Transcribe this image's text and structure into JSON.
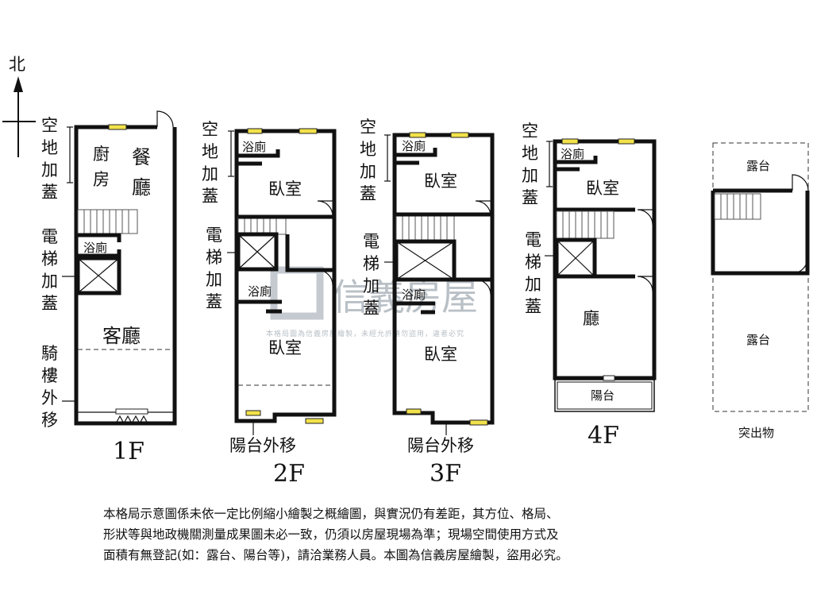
{
  "compass": {
    "label": "北"
  },
  "floors": {
    "f1": {
      "label": "1F",
      "rooms": {
        "kitchen_1": "廚",
        "kitchen_2": "房",
        "dining_1": "餐",
        "dining_2": "廳",
        "bath": "浴廁",
        "living": "客廳"
      },
      "side": {
        "addon": [
          "空",
          "地",
          "加",
          "蓋"
        ],
        "elevator": [
          "電",
          "梯",
          "加",
          "蓋"
        ],
        "arcade": [
          "騎",
          "樓",
          "外",
          "移"
        ]
      }
    },
    "f2": {
      "label": "2F",
      "rooms": {
        "bath_top": "浴廁",
        "bedroom_top": "臥室",
        "bath_mid": "浴廁",
        "bedroom_bottom": "臥室"
      },
      "side": {
        "addon": [
          "空",
          "地",
          "加",
          "蓋"
        ],
        "elevator": [
          "電",
          "梯",
          "加",
          "蓋"
        ]
      },
      "balcony_note": "陽台外移"
    },
    "f3": {
      "label": "3F",
      "rooms": {
        "bath_top": "浴廁",
        "bedroom_top": "臥室",
        "bath_mid": "浴廁",
        "bedroom_bottom": "臥室"
      },
      "side": {
        "addon": [
          "空",
          "地",
          "加",
          "蓋"
        ],
        "elevator": [
          "電",
          "梯",
          "加",
          "蓋"
        ]
      },
      "balcony_note": "陽台外移"
    },
    "f4": {
      "label": "4F",
      "rooms": {
        "bath_top": "浴廁",
        "bedroom_top": "臥室",
        "hall": "廳",
        "balcony": "陽台"
      },
      "side": {
        "addon": [
          "空",
          "地",
          "加",
          "蓋"
        ],
        "elevator": [
          "電",
          "梯",
          "加",
          "蓋"
        ]
      }
    },
    "roof": {
      "label": "突出物",
      "rooms": {
        "terrace_top": "露台",
        "terrace_bottom": "露台"
      }
    }
  },
  "watermark": {
    "brand": "信義房屋",
    "notice": "本格局圖為信義房屋繪製，未經允許請勿盜用，違者必究"
  },
  "disclaimer": [
    "本格局示意圖係未依一定比例縮小繪製之概繪圖，與實況仍有差距，其方位、格局、",
    "形狀等與地政機關測量成果圖未必一致，仍須以房屋現場為準；現場空間使用方式及",
    "面積有無登記(如：露台、陽台等)，請洽業務人員。本圖為信義房屋繪製，盜用必究。"
  ]
}
